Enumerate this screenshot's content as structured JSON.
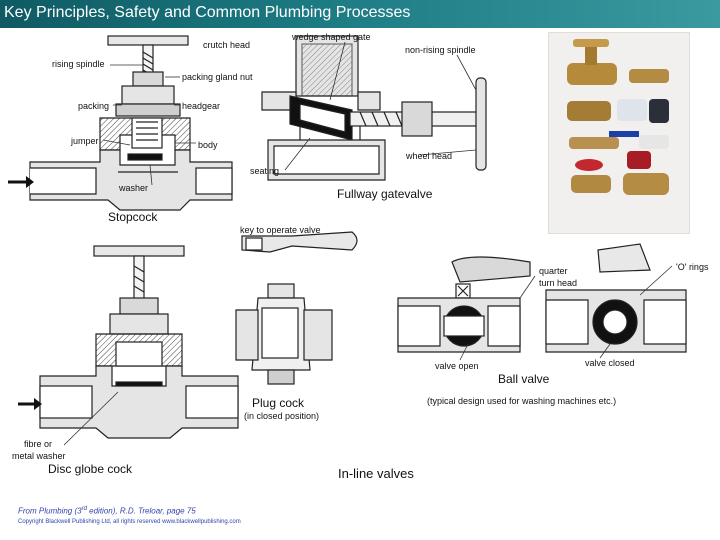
{
  "title": "Key Principles, Safety and Common Plumbing Processes",
  "labels": {
    "crutch_head": "crutch head",
    "wedge_gate": "wedge shaped gate",
    "non_rising_spindle": "non-rising spindle",
    "rising_spindle": "rising spindle",
    "packing_gland_nut": "packing gland nut",
    "packing": "packing",
    "headgear": "headgear",
    "jumper": "jumper",
    "body": "body",
    "wheel_head": "wheel head",
    "seating": "seating",
    "washer": "washer",
    "key_operate": "key to operate valve",
    "quarter_turn": "quarter",
    "turn_head": "turn head",
    "o_rings": "'O' rings",
    "valve_open": "valve open",
    "valve_closed": "valve closed",
    "closed_position": "(in closed position)",
    "washing_machines": "(typical design used for washing machines etc.)",
    "fibre": "fibre or",
    "metal_washer": "metal washer"
  },
  "captions": {
    "stopcock": "Stopcock",
    "fullway": "Fullway gatevalve",
    "plug_cock": "Plug cock",
    "ball_valve": "Ball valve",
    "disc_globe": "Disc globe cock",
    "inline": "In-line valves"
  },
  "credit": {
    "prefix": "From ",
    "book": "Plumbing",
    "edition_pre": " (3",
    "edition_sup": "rd",
    "edition_post": " edition), R.D. Treloar, page 75",
    "copyright": "Copyright Blackwell Publishing Ltd, all rights reserved  www.blackwellpublishing.com"
  },
  "colors": {
    "title_bar": "#1c7b83",
    "line": "#222222",
    "fill_light": "#d9d9d9",
    "credit": "#3344aa"
  }
}
